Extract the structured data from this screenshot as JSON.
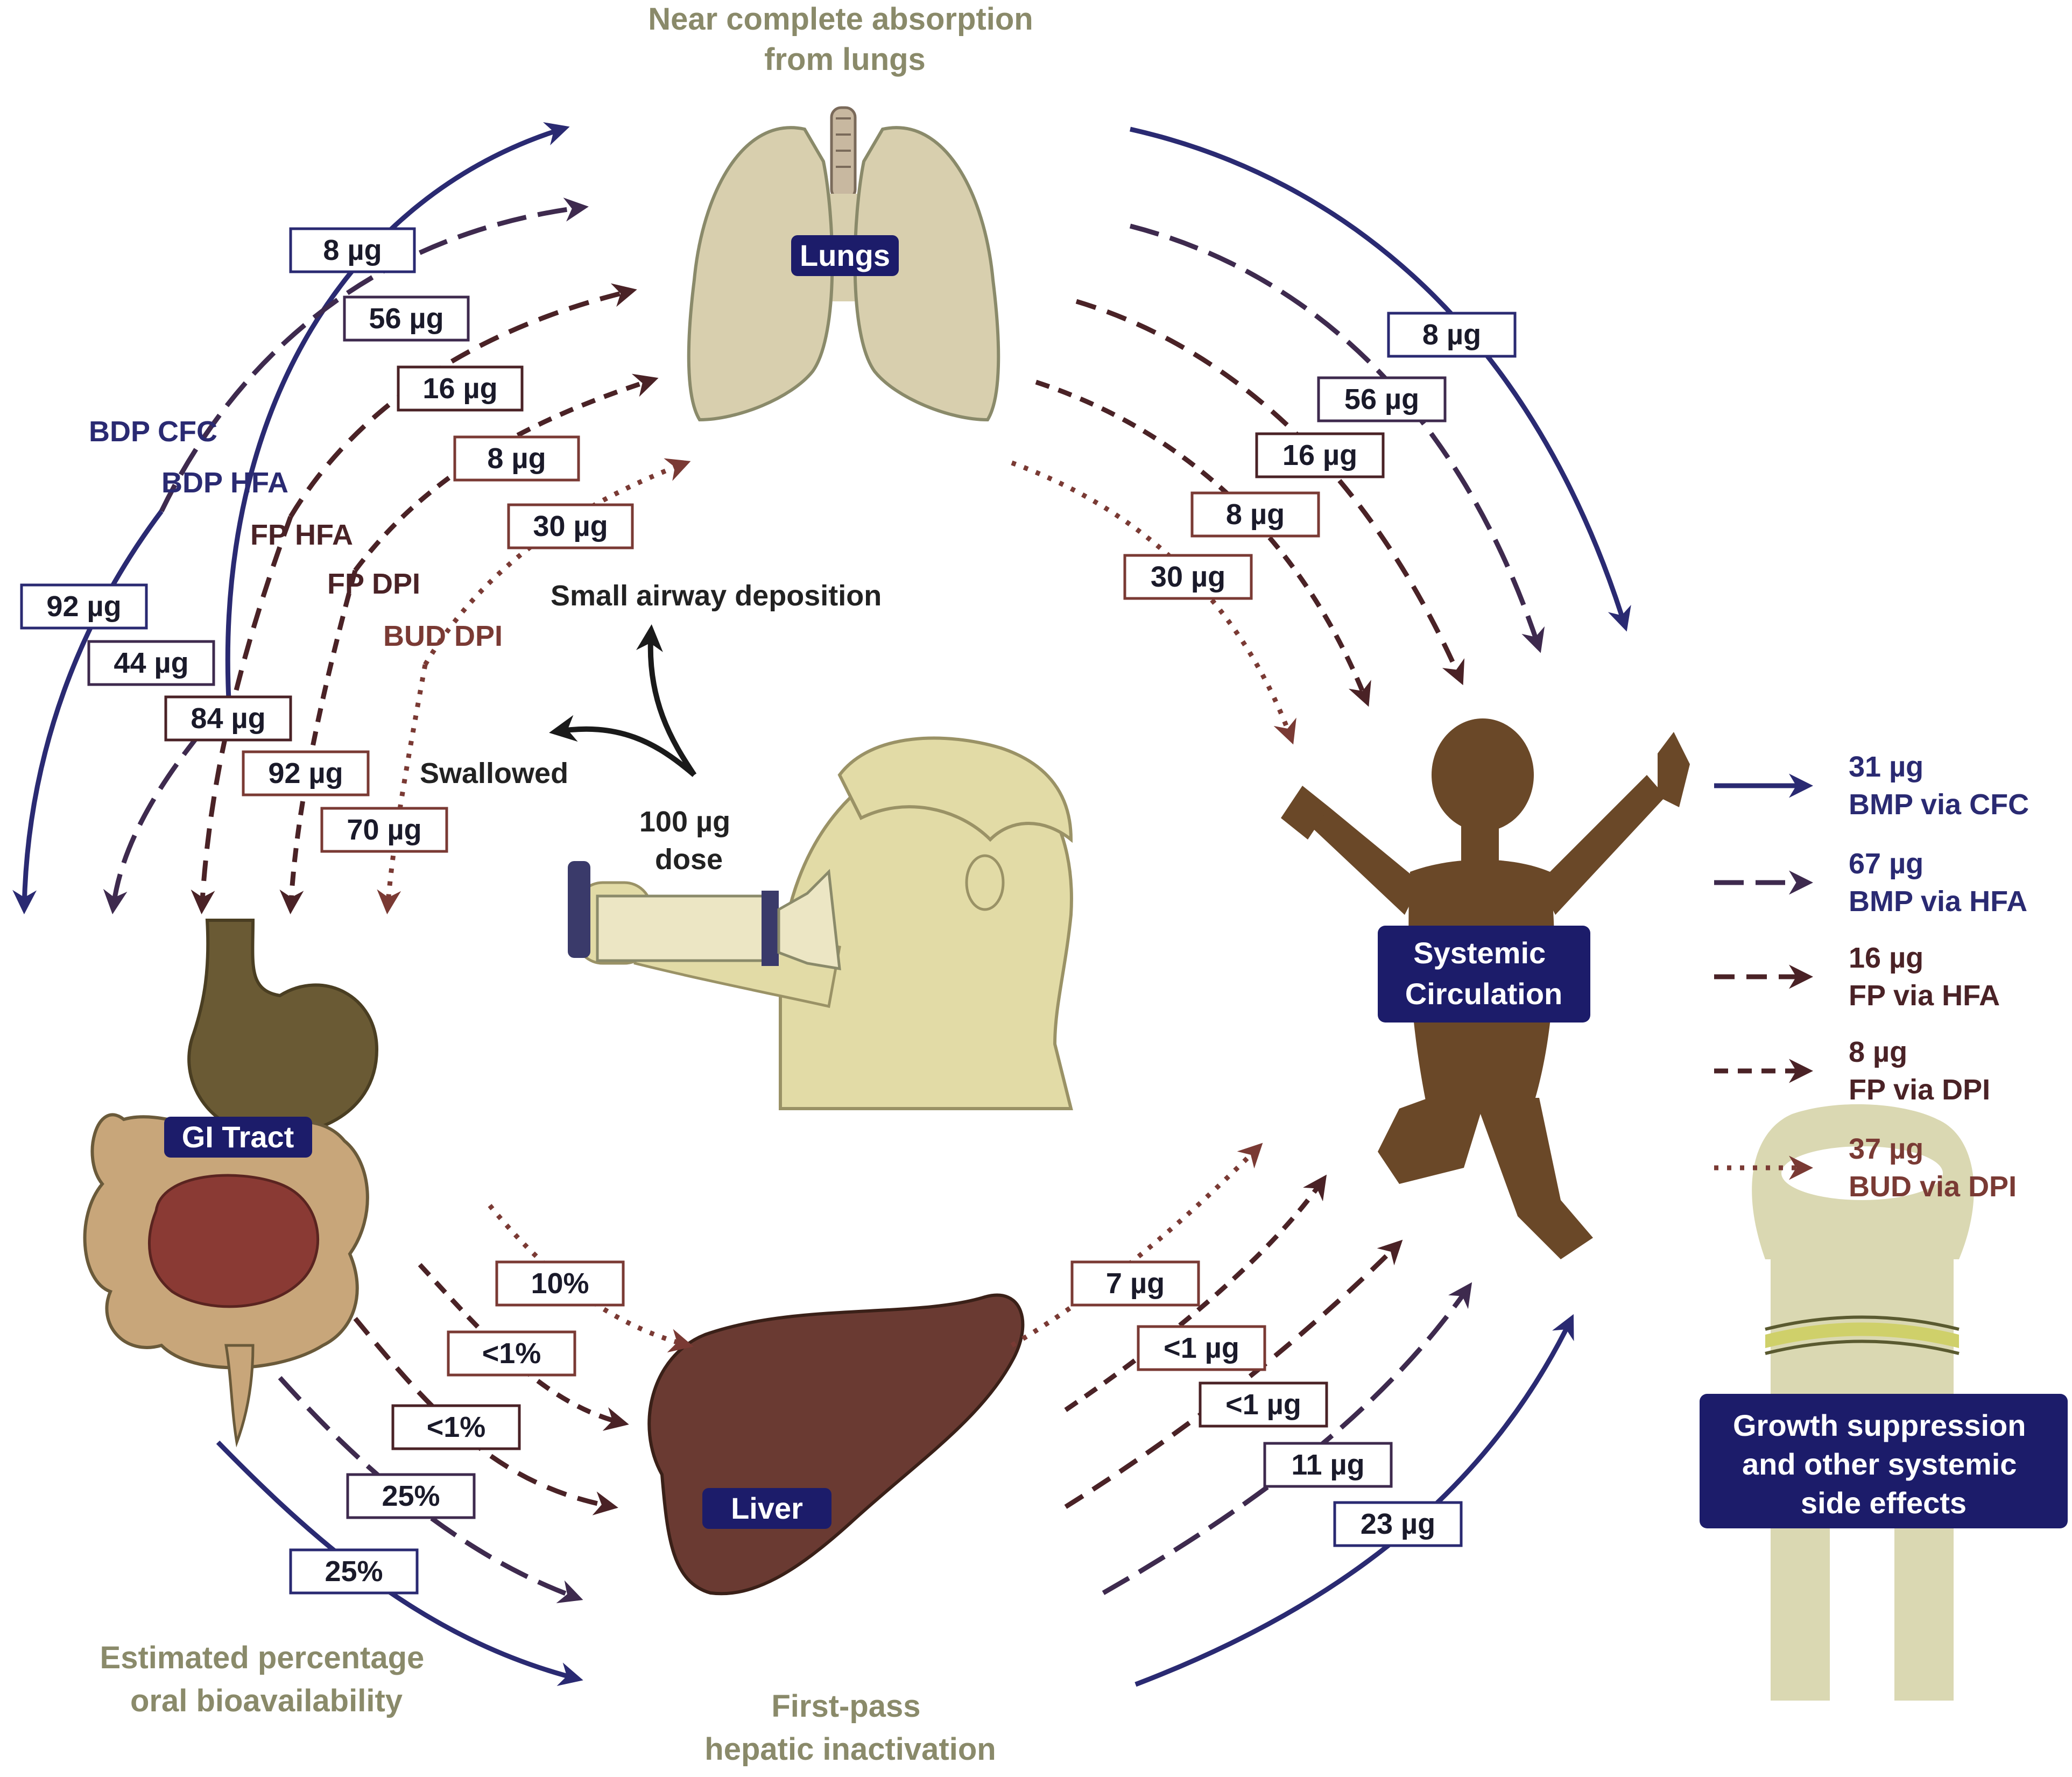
{
  "colors": {
    "navy": "#2a2a72",
    "plum": "#3e2a4e",
    "maroon": "#4a2226",
    "brownred": "#7a3a34",
    "tan": "#8a8a6a",
    "lung": "#d8cfae",
    "liver": "#6a3a32",
    "gi_upper": "#6a5a34",
    "gi_lower": "#c8a67a",
    "child": "#6a4828",
    "patient": "#e2dba6",
    "bone": "#dad8b2"
  },
  "labels": {
    "lungs_top": [
      "Near complete absorption",
      "from lungs"
    ],
    "lungs": "Lungs",
    "systemic": [
      "Systemic",
      "Circulation"
    ],
    "gi": "GI Tract",
    "liver": "Liver",
    "small_airway": "Small airway deposition",
    "swallowed": "Swallowed",
    "dose": [
      "100 µg",
      "dose"
    ],
    "oral_bio": [
      "Estimated percentage",
      "oral bioavailability"
    ],
    "first_pass": [
      "First-pass",
      "hepatic inactivation"
    ],
    "growth": [
      "Growth suppression",
      "and other systemic",
      "side effects"
    ]
  },
  "drugs": [
    "BDP CFC",
    "BDP HFA",
    "FP HFA",
    "FP DPI",
    "BUD DPI"
  ],
  "to_lungs": [
    "8 µg",
    "56 µg",
    "16 µg",
    "8 µg",
    "30 µg"
  ],
  "to_gi": [
    "92 µg",
    "44 µg",
    "84 µg",
    "92 µg",
    "70 µg"
  ],
  "lungs_to_systemic": [
    "8 µg",
    "56 µg",
    "16 µg",
    "8 µg",
    "30 µg"
  ],
  "gi_to_liver": [
    "10%",
    "<1%",
    "<1%",
    "25%",
    "25%"
  ],
  "liver_to_systemic": [
    "7 µg",
    "<1 µg",
    "<1 µg",
    "11 µg",
    "23 µg"
  ],
  "legend": [
    {
      "value": "31 µg",
      "label": "BMP via CFC"
    },
    {
      "value": "67 µg",
      "label": "BMP via HFA"
    },
    {
      "value": "16 µg",
      "label": "FP via HFA"
    },
    {
      "value": "8  µg",
      "label": "FP via DPI"
    },
    {
      "value": "37 µg",
      "label": "BUD via DPI"
    }
  ]
}
